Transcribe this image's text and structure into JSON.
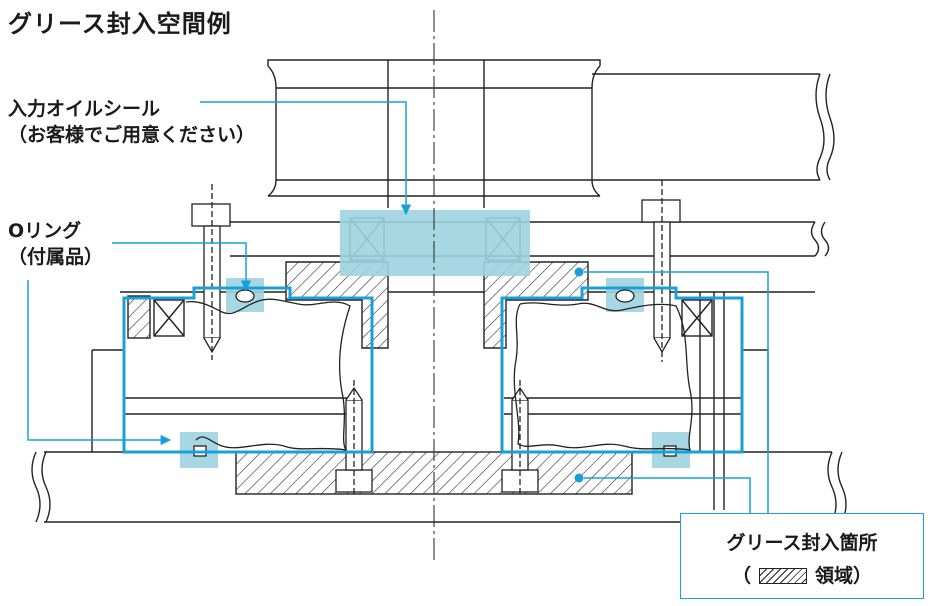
{
  "title": "グリース封入空間例",
  "labels": {
    "input_oil_seal": "入力オイルシール",
    "input_oil_seal_note": "（お客様でご用意ください）",
    "o_ring": "Oリング",
    "o_ring_note": "（付属品）"
  },
  "legend": {
    "title": "グリース封入箇所",
    "open_paren": "（",
    "region_label": "領域）"
  },
  "colors": {
    "accent": "#1aa0d8",
    "grease_fill": "#9dd3df",
    "line": "#222222"
  }
}
